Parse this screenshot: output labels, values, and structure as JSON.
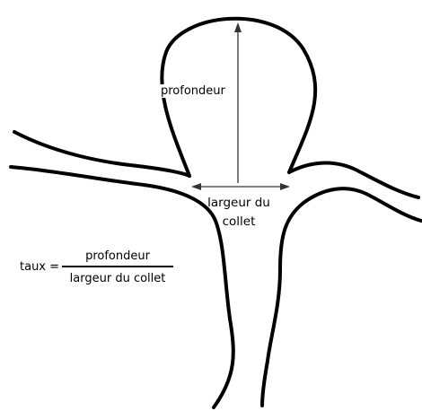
{
  "labels": {
    "depth": "profondeur",
    "neck_line1": "largeur du",
    "neck_line2": "collet"
  },
  "formula": {
    "lhs": "taux =",
    "numerator": "profondeur",
    "denominator": "largeur du collet"
  },
  "colors": {
    "outline": "#000000",
    "measure_line": "#333333",
    "background": "#ffffff"
  }
}
